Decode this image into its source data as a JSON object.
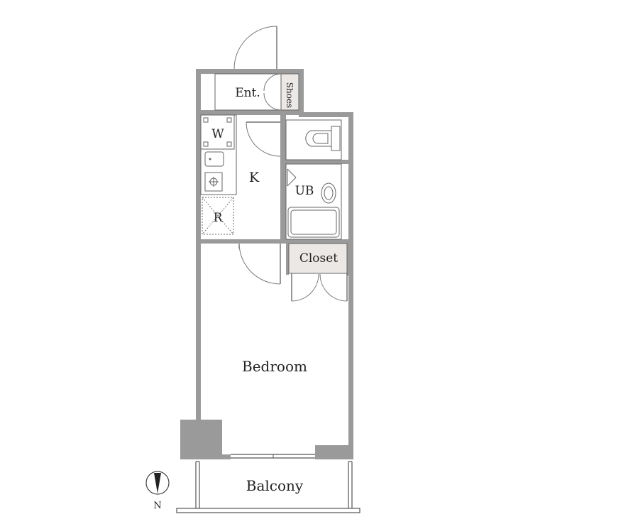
{
  "rooms": {
    "entrance": "Ent.",
    "shoes": "Shoes",
    "washer": "W",
    "kitchen": "K",
    "refrigerator": "R",
    "unit_bath": "UB",
    "closet": "Closet",
    "bedroom": "Bedroom",
    "balcony": "Balcony"
  },
  "compass": {
    "north": "N"
  },
  "colors": {
    "wall": "#9a9a9a",
    "shaded_room": "#ebe8e6",
    "line": "#555555"
  }
}
